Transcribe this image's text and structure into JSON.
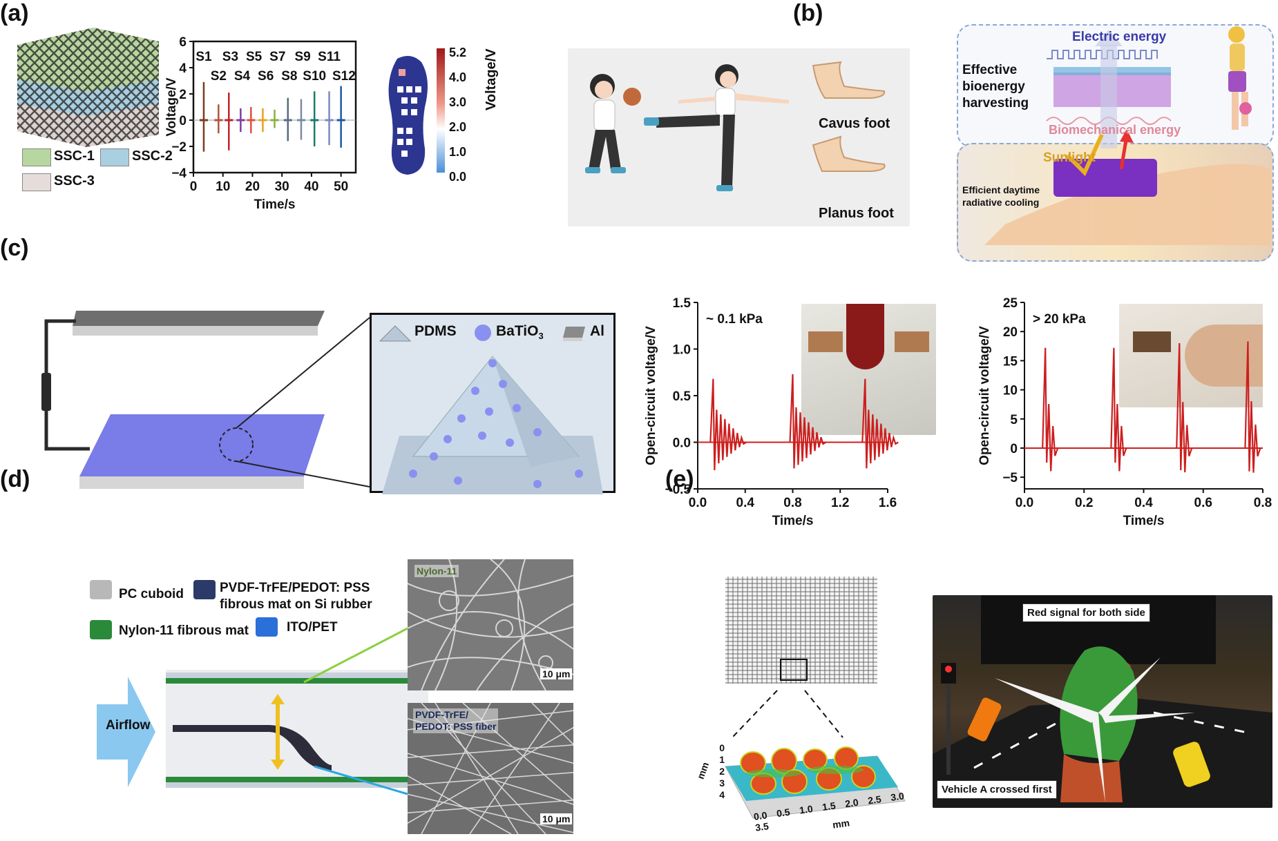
{
  "panels": {
    "a": {
      "label": "(a)",
      "legend": [
        "SSC-1",
        "SSC-2",
        "SSC-3"
      ],
      "chart_title_sensors": [
        "S1",
        "S2",
        "S3",
        "S4",
        "S5",
        "S6",
        "S7",
        "S8",
        "S9",
        "S10",
        "S11",
        "S12"
      ],
      "colorbar_ticks": [
        "5.2",
        "4.0",
        "3.0",
        "2.0",
        "1.0",
        "0.0"
      ],
      "colorbar_label": "Voltage/V",
      "foot_labels": [
        "Cavus foot",
        "Planus foot"
      ]
    },
    "b": {
      "label": "(b)",
      "electric": "Electric energy",
      "effective": [
        "Effective",
        "bioenergy",
        "harvesting"
      ],
      "biomech": "Biomechanical energy",
      "sunlight": "Sunlight",
      "cooling": [
        "Efficient daytime",
        "radiative cooling"
      ]
    },
    "c": {
      "label": "(c)",
      "legend": [
        "PDMS",
        "BaTiO",
        "Al"
      ],
      "legend_sub": "3"
    },
    "d": {
      "label": "(d)",
      "legend": [
        "PC cuboid",
        "PVDF-TrFE/PEDOT: PSS",
        "fibrous mat on Si rubber",
        "Nylon-11 fibrous mat",
        "ITO/PET"
      ],
      "airflow": "Airflow",
      "sem_top_label": "Nylon-11",
      "sem_bottom_label": [
        "PVDF-TrFE/",
        "PEDOT: PSS fiber"
      ],
      "scalebar": "10 μm"
    },
    "e": {
      "label": "(e)",
      "axis_mm": "mm",
      "y_ticks": [
        "0",
        "1",
        "2",
        "3",
        "4"
      ],
      "x_ticks": [
        "0.0",
        "0.5",
        "1.0",
        "1.5",
        "2.0",
        "2.5",
        "3.0",
        "3.5"
      ],
      "photo_top": "Red signal for both side",
      "photo_bottom": "Vehicle A crossed first"
    }
  },
  "chart_data": [
    {
      "type": "line",
      "panel": "a",
      "xlabel": "Time/s",
      "ylabel": "Voltage/V",
      "xlim": [
        0,
        55
      ],
      "ylim": [
        -4,
        6
      ],
      "xticks": [
        0,
        10,
        20,
        30,
        40,
        50
      ],
      "yticks": [
        -4,
        -2,
        0,
        2,
        4,
        6
      ],
      "series": [
        {
          "name": "S1",
          "x": 3.5,
          "ymax": 2.9,
          "ymin": -2.4,
          "color": "#7a3b1e"
        },
        {
          "name": "S2",
          "x": 8.5,
          "ymax": 1.2,
          "ymin": -1.0,
          "color": "#b0553a"
        },
        {
          "name": "S3",
          "x": 12,
          "ymax": 2.1,
          "ymin": -2.3,
          "color": "#c0232b"
        },
        {
          "name": "S4",
          "x": 16,
          "ymax": 0.9,
          "ymin": -0.9,
          "color": "#7b3fa0"
        },
        {
          "name": "S5",
          "x": 19.5,
          "ymax": 1.0,
          "ymin": -1.0,
          "color": "#e0503a"
        },
        {
          "name": "S6",
          "x": 23.5,
          "ymax": 0.9,
          "ymin": -0.9,
          "color": "#e8a020"
        },
        {
          "name": "S7",
          "x": 27.5,
          "ymax": 0.8,
          "ymin": -0.6,
          "color": "#8ab040"
        },
        {
          "name": "S8",
          "x": 32,
          "ymax": 1.7,
          "ymin": -1.6,
          "color": "#5a6a80"
        },
        {
          "name": "S9",
          "x": 36.5,
          "ymax": 1.6,
          "ymin": -1.5,
          "color": "#7a8aa0"
        },
        {
          "name": "S10",
          "x": 41,
          "ymax": 2.2,
          "ymin": -2.0,
          "color": "#1a7a6a"
        },
        {
          "name": "S11",
          "x": 46,
          "ymax": 2.2,
          "ymin": -1.9,
          "color": "#7a88c0"
        },
        {
          "name": "S12",
          "x": 50,
          "ymax": 2.6,
          "ymin": -2.1,
          "color": "#1a5aa0"
        }
      ]
    },
    {
      "type": "line",
      "panel": "c-middle",
      "annotation": "~ 0.1 kPa",
      "xlabel": "Time/s",
      "ylabel": "Open-circuit voltage/V",
      "xlim": [
        0.0,
        1.6
      ],
      "ylim": [
        -0.5,
        1.5
      ],
      "xticks": [
        0.0,
        0.4,
        0.8,
        1.2,
        1.6
      ],
      "yticks": [
        -0.5,
        0.0,
        0.5,
        1.0,
        1.5
      ],
      "series": [
        {
          "pulses": [
            {
              "t": 0.13,
              "peak": 0.68,
              "trough": -0.3
            },
            {
              "t": 0.8,
              "peak": 0.73,
              "trough": -0.28
            },
            {
              "t": 1.41,
              "peak": 0.68,
              "trough": -0.28
            }
          ],
          "color": "#cc1f1f"
        }
      ]
    },
    {
      "type": "line",
      "panel": "c-right",
      "annotation": "> 20 kPa",
      "xlabel": "Time/s",
      "ylabel": "Open-circuit voltage/V",
      "xlim": [
        0.0,
        0.8
      ],
      "ylim": [
        -7,
        25
      ],
      "xticks": [
        0.0,
        0.2,
        0.4,
        0.6,
        0.8
      ],
      "yticks": [
        -5,
        0,
        5,
        10,
        15,
        20,
        25
      ],
      "series": [
        {
          "pulses": [
            {
              "t": 0.07,
              "peak": 17.2,
              "trough": -2.5
            },
            {
              "t": 0.3,
              "peak": 17.2,
              "trough": -2.5
            },
            {
              "t": 0.52,
              "peak": 18.0,
              "trough": -3.8
            },
            {
              "t": 0.75,
              "peak": 18.3,
              "trough": -4.0
            }
          ],
          "color": "#cc1f1f"
        }
      ]
    }
  ]
}
